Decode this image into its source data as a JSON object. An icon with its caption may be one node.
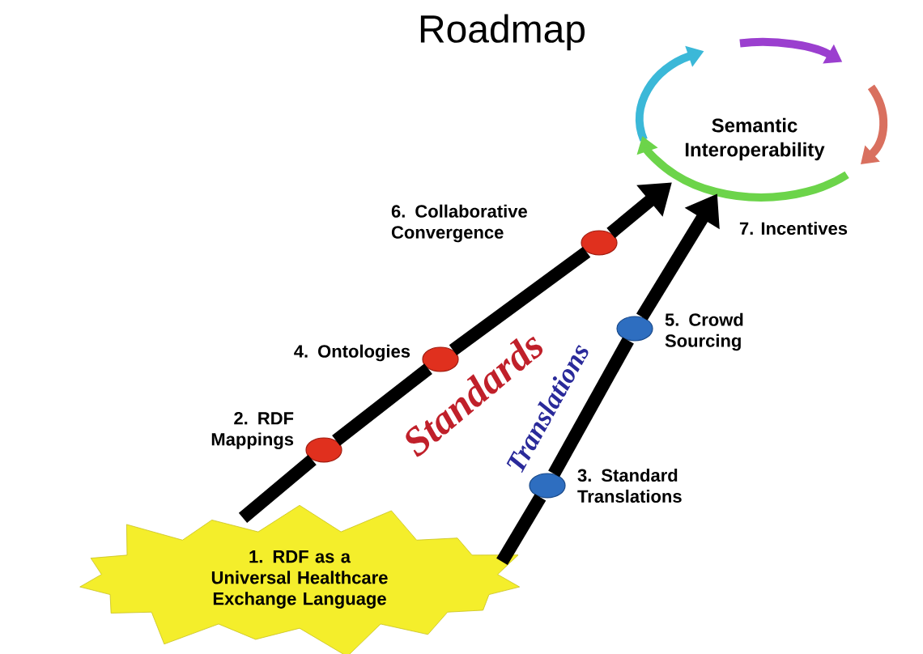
{
  "diagram": {
    "title": "Roadmap",
    "nodes": [
      {
        "text": [
          "1. RDF as a Universal Healthcare Exchange Language"
        ]
      },
      {
        "text": [
          "Semantic Interoperability"
        ]
      },
      {
        "text": [],
        "shape": "circle",
        "beside": [
          "2. RDF Mappings"
        ]
      },
      {
        "text": [],
        "shape": "circle",
        "beside": [
          "4. Ontologies"
        ]
      },
      {
        "text": [],
        "shape": "circle",
        "beside": [
          "6. Collaborative Convergence"
        ]
      },
      {
        "text": [],
        "shape": "circle",
        "beside": [
          "3. Standard Translations"
        ]
      },
      {
        "text": [],
        "shape": "circle",
        "beside": [
          "5. Crowd Sourcing"
        ]
      }
    ],
    "edges": [
      {
        "from": 0,
        "to": 2,
        "arrow": "none"
      },
      {
        "from": 2,
        "to": 3,
        "arrow": "none"
      },
      {
        "from": 3,
        "to": 4,
        "arrow": "none"
      },
      {
        "from": 4,
        "to": 1,
        "arrow": "to"
      },
      {
        "from": 0,
        "to": 5,
        "arrow": "none"
      },
      {
        "from": 5,
        "to": 6,
        "arrow": "none"
      },
      {
        "from": 6,
        "to": 1,
        "arrow": "to"
      }
    ],
    "labels": [
      "7. Incentives",
      "Standards",
      "Translations"
    ]
  }
}
